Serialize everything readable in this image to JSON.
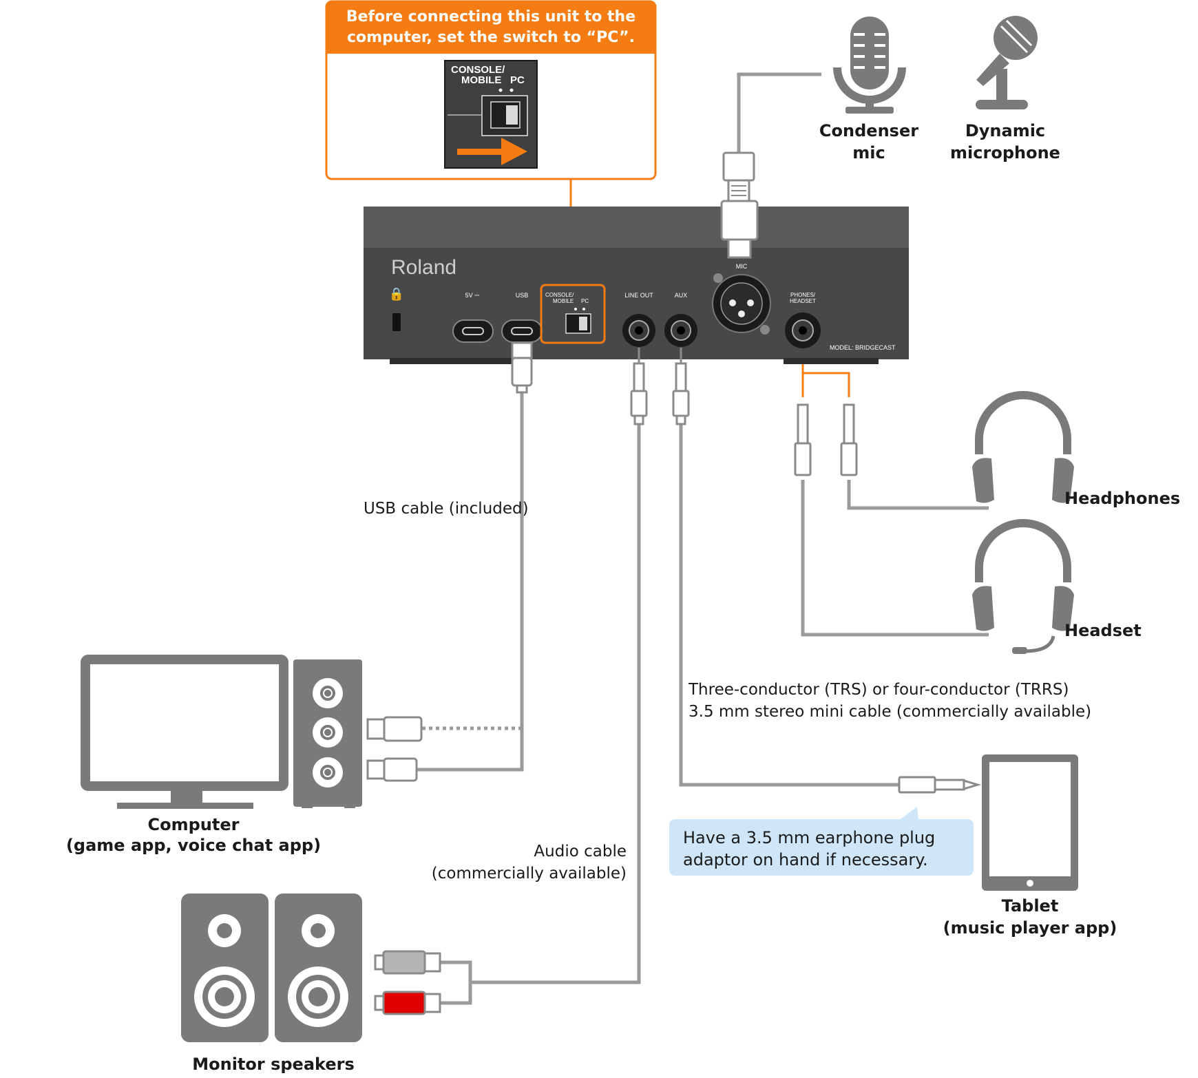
{
  "warning": {
    "title_line1": "Before connecting this unit to the",
    "title_line2": "computer, set the switch to “PC”."
  },
  "switch_closeup": {
    "label_console": "CONSOLE/",
    "label_mobile": "MOBILE",
    "label_pc": "PC"
  },
  "device": {
    "brand": "Roland",
    "port_5v": "5V ⎓",
    "port_usb": "USB",
    "port_switch_line1": "CONSOLE/",
    "port_switch_line2": "MOBILE",
    "port_switch_pc": "PC",
    "port_line_out": "LINE OUT",
    "port_aux": "AUX",
    "port_mic": "MIC",
    "port_phones_line1": "PHONES/",
    "port_phones_line2": "HEADSET",
    "model": "MODEL: BRIDGECAST"
  },
  "labels": {
    "condenser_line1": "Condenser",
    "condenser_line2": "mic",
    "dynamic_line1": "Dynamic",
    "dynamic_line2": "microphone",
    "headphones": "Headphones",
    "headset": "Headset",
    "usb_cable": "USB cable (included)",
    "trs_line1": "Three-conductor (TRS) or four-conductor (TRRS)",
    "trs_line2": "3.5 mm stereo mini cable (commercially available)",
    "computer_line1": "Computer",
    "computer_line2": "(game app, voice chat app)",
    "audio_cable_line1": "Audio cable",
    "audio_cable_line2": "(commercially available)",
    "tip_line1": "Have a 3.5 mm earphone plug",
    "tip_line2": "adaptor on hand if necessary.",
    "tablet_line1": "Tablet",
    "tablet_line2": "(music player app)",
    "monitor_speakers": "Monitor speakers"
  },
  "colors": {
    "accent_orange": "#f47c12",
    "cable_gray": "#9a9a9a",
    "device_body": "#48474a",
    "icon_gray": "#7a7a7a",
    "tip_blue": "#cfe5f8",
    "rca_red": "#e00000"
  }
}
